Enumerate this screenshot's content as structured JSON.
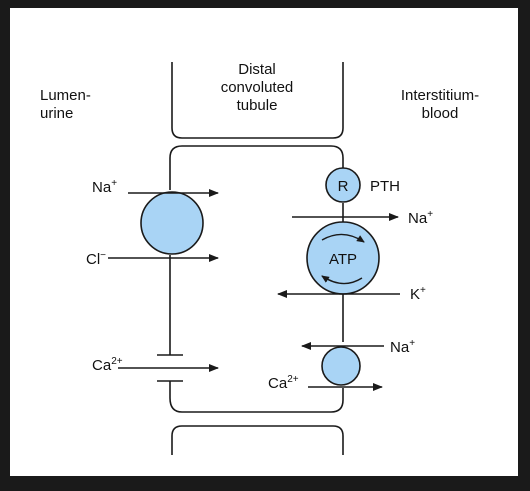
{
  "colors": {
    "frame": "#1a1a1a",
    "paper": "#ffffff",
    "line": "#1a1a1a",
    "transporter_fill": "#a9d4f5"
  },
  "headers": {
    "lumen_line1": "Lumen-",
    "lumen_line2": "urine",
    "tubule_line1": "Distal",
    "tubule_line2": "convoluted",
    "tubule_line3": "tubule",
    "interstitium_line1": "Interstitium-",
    "interstitium_line2": "blood"
  },
  "apical": {
    "na_label": "Na",
    "na_sup": "+",
    "cl_label": "Cl",
    "cl_sup": "−",
    "ca_label": "Ca",
    "ca_sup": "2+"
  },
  "basolateral": {
    "receptor_label": "R",
    "pth_label": "PTH",
    "na_out_label": "Na",
    "na_out_sup": "+",
    "atp_label": "ATP",
    "k_label": "K",
    "k_sup": "+",
    "na_in_label": "Na",
    "na_in_sup": "+",
    "ca_label": "Ca",
    "ca_sup": "2+"
  }
}
